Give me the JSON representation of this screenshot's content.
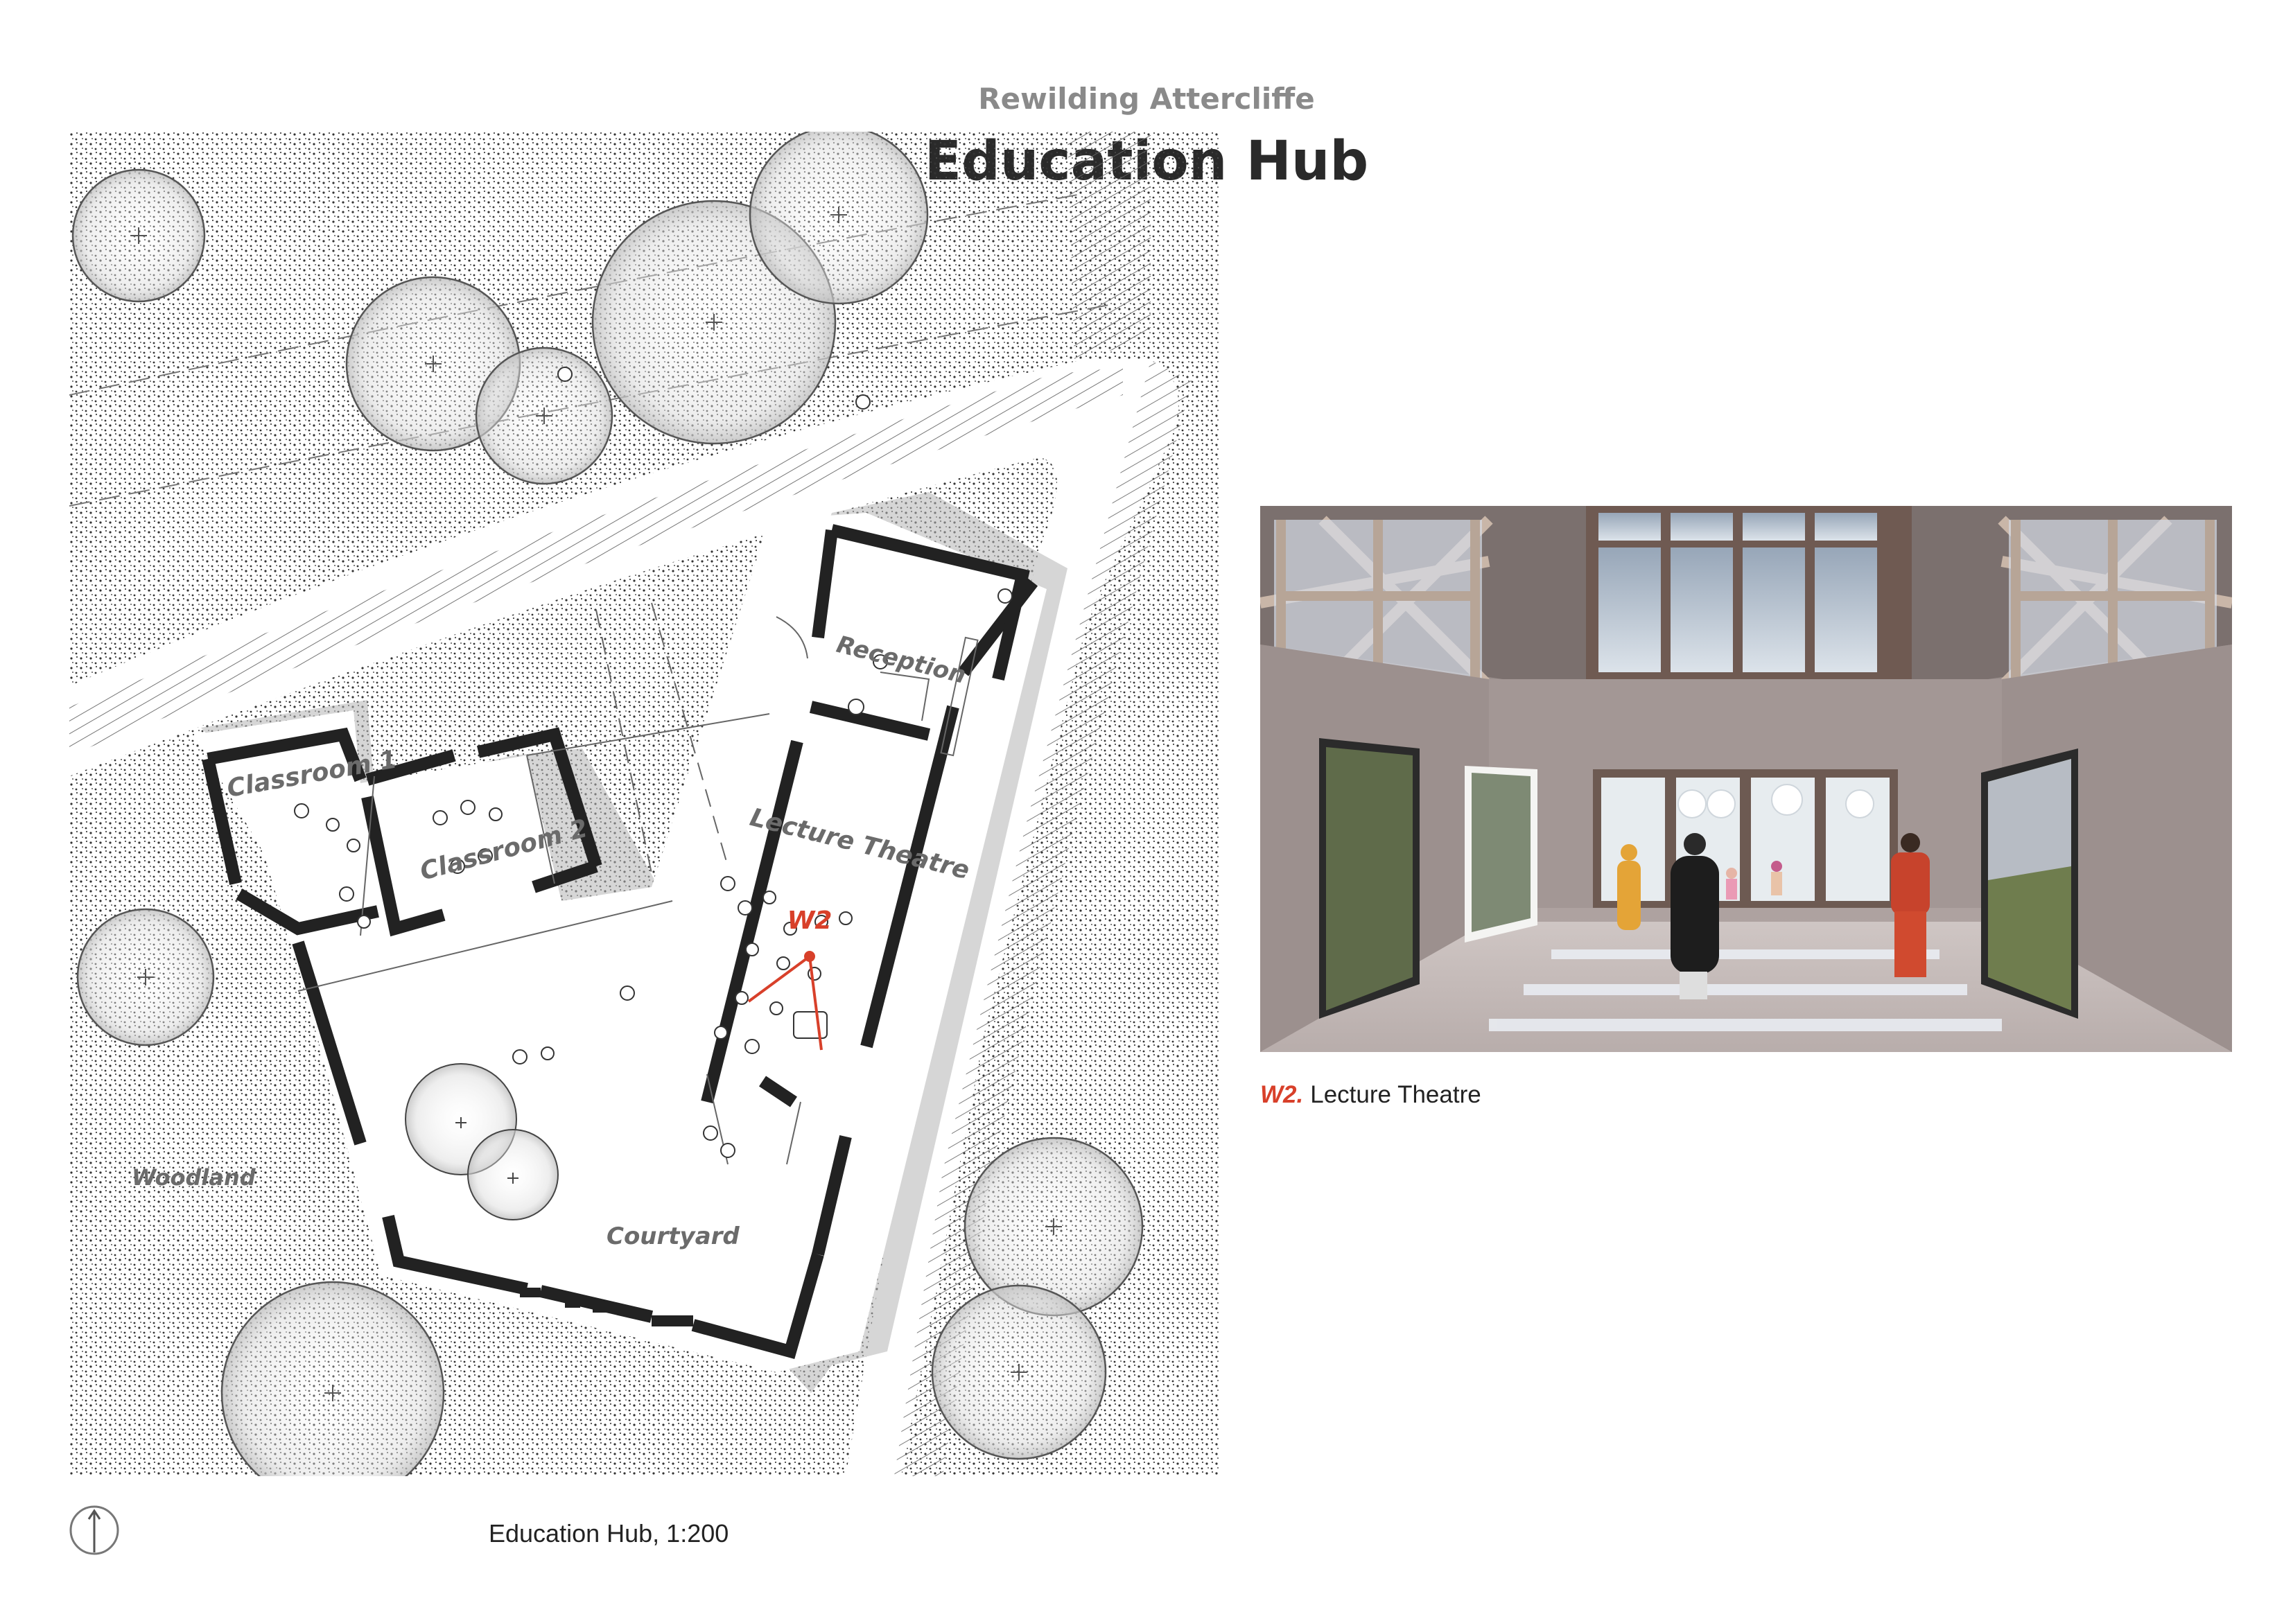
{
  "header": {
    "project": "Rewilding Attercliffe",
    "title": "Education Hub"
  },
  "plan": {
    "rooms": {
      "classroom1": "Classroom 1",
      "classroom2": "Classroom 2",
      "reception": "Reception",
      "lecture_theatre": "Lecture Theatre",
      "courtyard": "Courtyard",
      "woodland": "Woodland"
    },
    "view_marker": "W2",
    "caption": "Education Hub, 1:200",
    "north_icon": "north-arrow-icon"
  },
  "render": {
    "caption_tag": "W2.",
    "caption_text": "Lecture Theatre"
  },
  "colors": {
    "accent": "#d8402a",
    "wall": "#222222",
    "label": "#6b6b6b"
  }
}
